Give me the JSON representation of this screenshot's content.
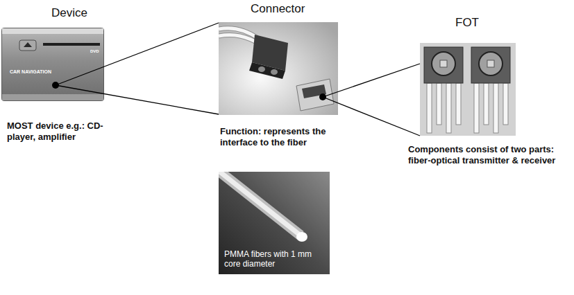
{
  "diagram": {
    "nodes": [
      {
        "text": [
          "Device",
          "MOST device e.g.: CD-player, amplifier"
        ]
      },
      {
        "text": [
          "Connector",
          "Function: represents the interface to the fiber"
        ]
      },
      {
        "text": [
          "PMMA fibers with 1 mm core diameter"
        ]
      },
      {
        "text": [
          "FOT",
          "Components consist of two parts: fiber-optical transmitter & receiver"
        ]
      }
    ],
    "edges": [
      {
        "from": 0,
        "to": 1,
        "arrow": "none"
      },
      {
        "from": 1,
        "to": 3,
        "arrow": "none"
      }
    ],
    "labels": [
      "CAR NAVIGATION",
      "DVD"
    ]
  }
}
